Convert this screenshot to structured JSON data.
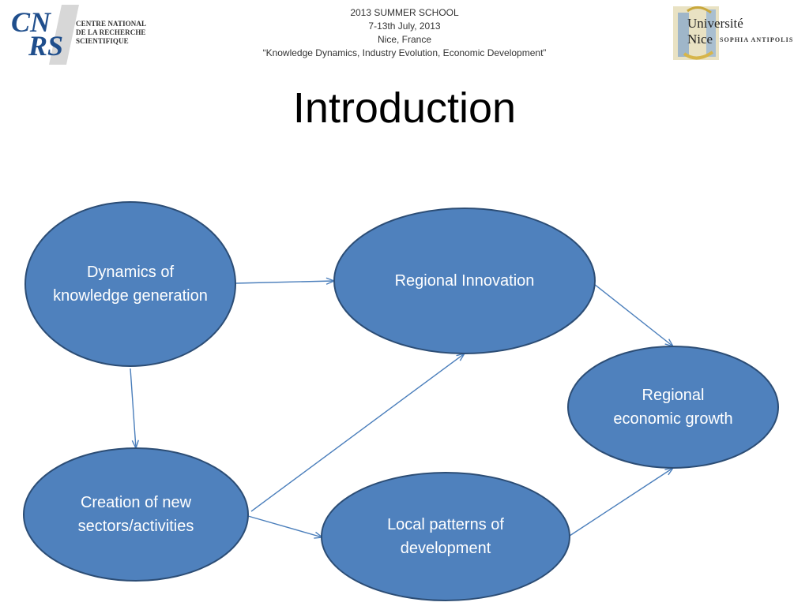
{
  "header": {
    "line1": "2013 SUMMER SCHOOL",
    "line2": "7-13th July, 2013",
    "line3": "Nice, France",
    "line4": "“Knowledge Dynamics, Industry Evolution, Economic Development”"
  },
  "logos": {
    "cnrs": {
      "mark": "CNRS",
      "name_line1": "CENTRE NATIONAL",
      "name_line2": "DE LA RECHERCHE",
      "name_line3": "SCIENTIFIQUE"
    },
    "unice": {
      "word1": "Université",
      "word2": "Nice",
      "word3": "SOPHIA ANTIPOLIS"
    }
  },
  "title": "Introduction",
  "diagram": {
    "colors": {
      "node_fill": "#4f81bd",
      "node_stroke": "#2c4d75",
      "edge": "#4a7ebb",
      "label": "#ffffff"
    },
    "nodes": {
      "knowledge": "Dynamics of knowledge generation",
      "innovation": "Regional Innovation",
      "growth": "Regional economic growth",
      "sectors": "Creation of new sectors/activities",
      "local": "Local patterns of development"
    }
  }
}
